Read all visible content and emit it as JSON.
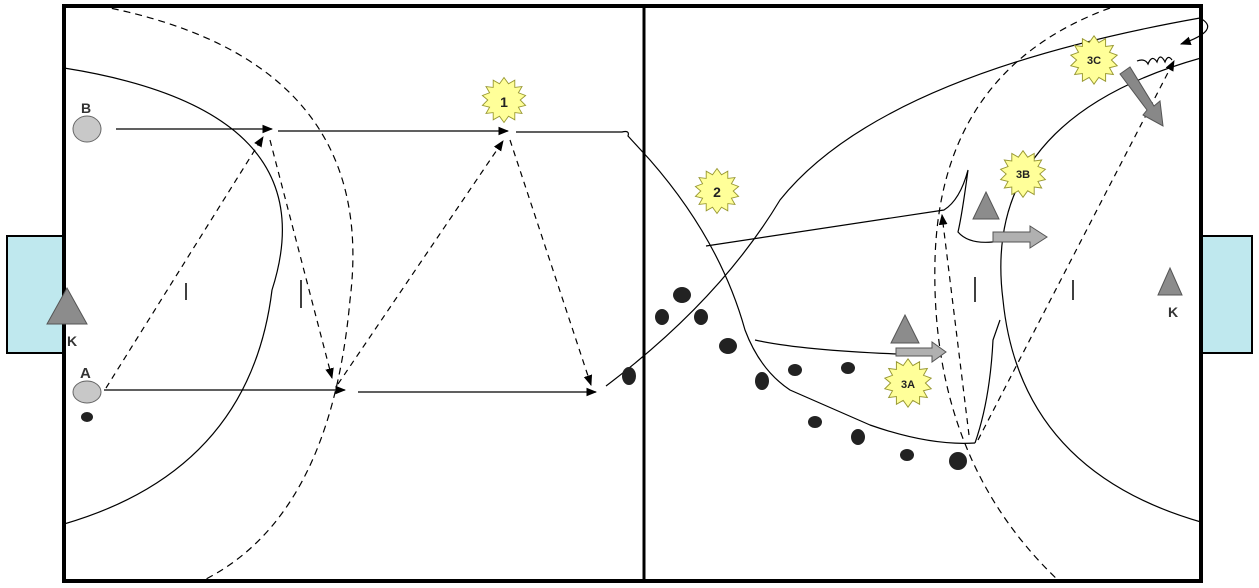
{
  "diagram": {
    "players": {
      "b": "B",
      "a": "A",
      "k_left": "K",
      "k_right": "K"
    },
    "phases": {
      "p1": "1",
      "p2": "2",
      "p3a": "3A",
      "p3b": "3B",
      "p3c": "3C"
    },
    "colors": {
      "goal": "#bfe8ee",
      "cone": "#8c8c8c",
      "player": "#c8c8c8",
      "star": "#ffff99",
      "defender": "#222222",
      "line": "#000000"
    }
  }
}
